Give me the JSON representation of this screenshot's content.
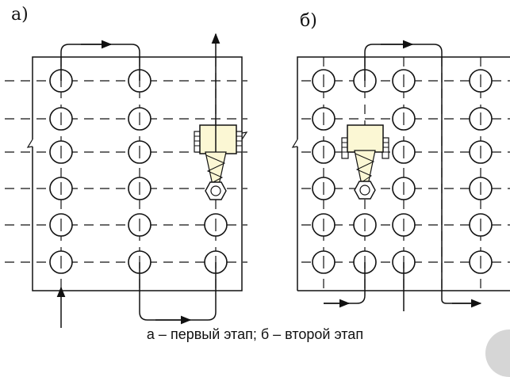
{
  "labels": {
    "panel_a": "а)",
    "panel_b": "б)",
    "caption": "а – первый этап; б – второй этап"
  },
  "colors": {
    "line": "#111111",
    "machine_fill": "#fbf7d4",
    "decor": "#d6d6d6"
  }
}
